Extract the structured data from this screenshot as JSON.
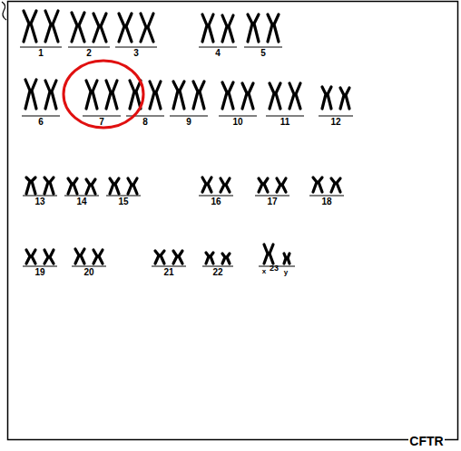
{
  "diagram": {
    "labels": [
      "1",
      "2",
      "3",
      "4",
      "5",
      "6",
      "7",
      "8",
      "9",
      "10",
      "11",
      "12",
      "13",
      "14",
      "15",
      "16",
      "17",
      "18",
      "19",
      "20",
      "21",
      "22",
      "x",
      "23",
      "y",
      "CFTR"
    ]
  }
}
